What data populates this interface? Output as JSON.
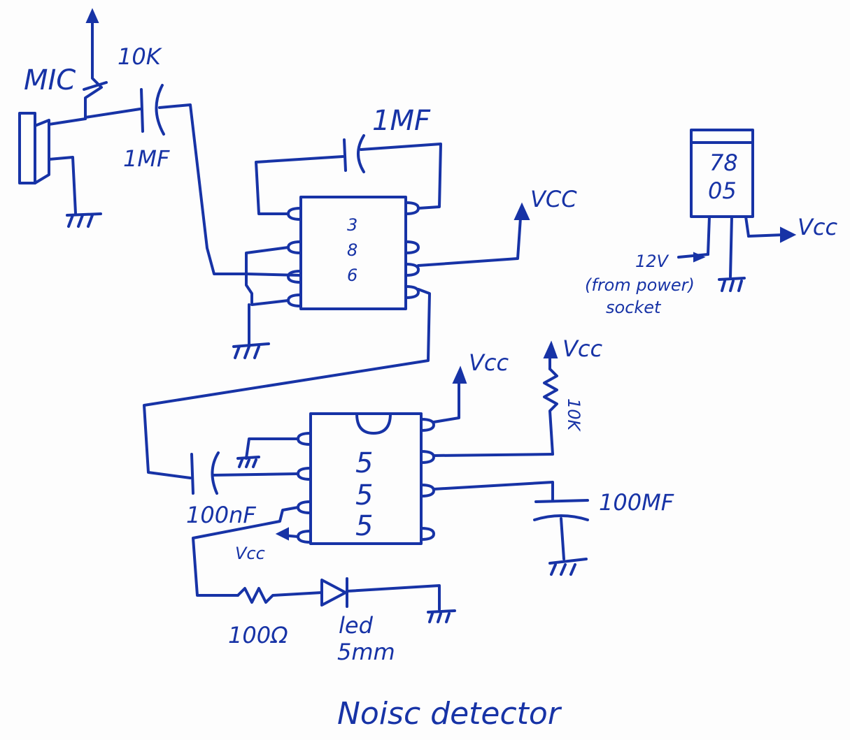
{
  "labels": {
    "mic": "MIC",
    "pot_value": "10K",
    "cap_input": "1MF",
    "cap_gain": "1MF",
    "vcc_amp": "VCC",
    "ic_amp": [
      "3",
      "8",
      "6"
    ],
    "regulator_top": "78",
    "regulator_bottom": "05",
    "vcc_reg": "Vcc",
    "reg_input": "12V",
    "reg_note_1": "(from power)",
    "reg_note_2": "socket",
    "vcc_timer": "Vcc",
    "vcc_res": "Vcc",
    "res_timer": "10K",
    "cap_trigger": "100nF",
    "ic_timer": [
      "5",
      "5",
      "5"
    ],
    "cap_timing": "100MF",
    "vcc_reset": "Vcc",
    "res_led": "100Ω",
    "led_1": "led",
    "led_2": "5mm",
    "title": "Noisc detector"
  }
}
